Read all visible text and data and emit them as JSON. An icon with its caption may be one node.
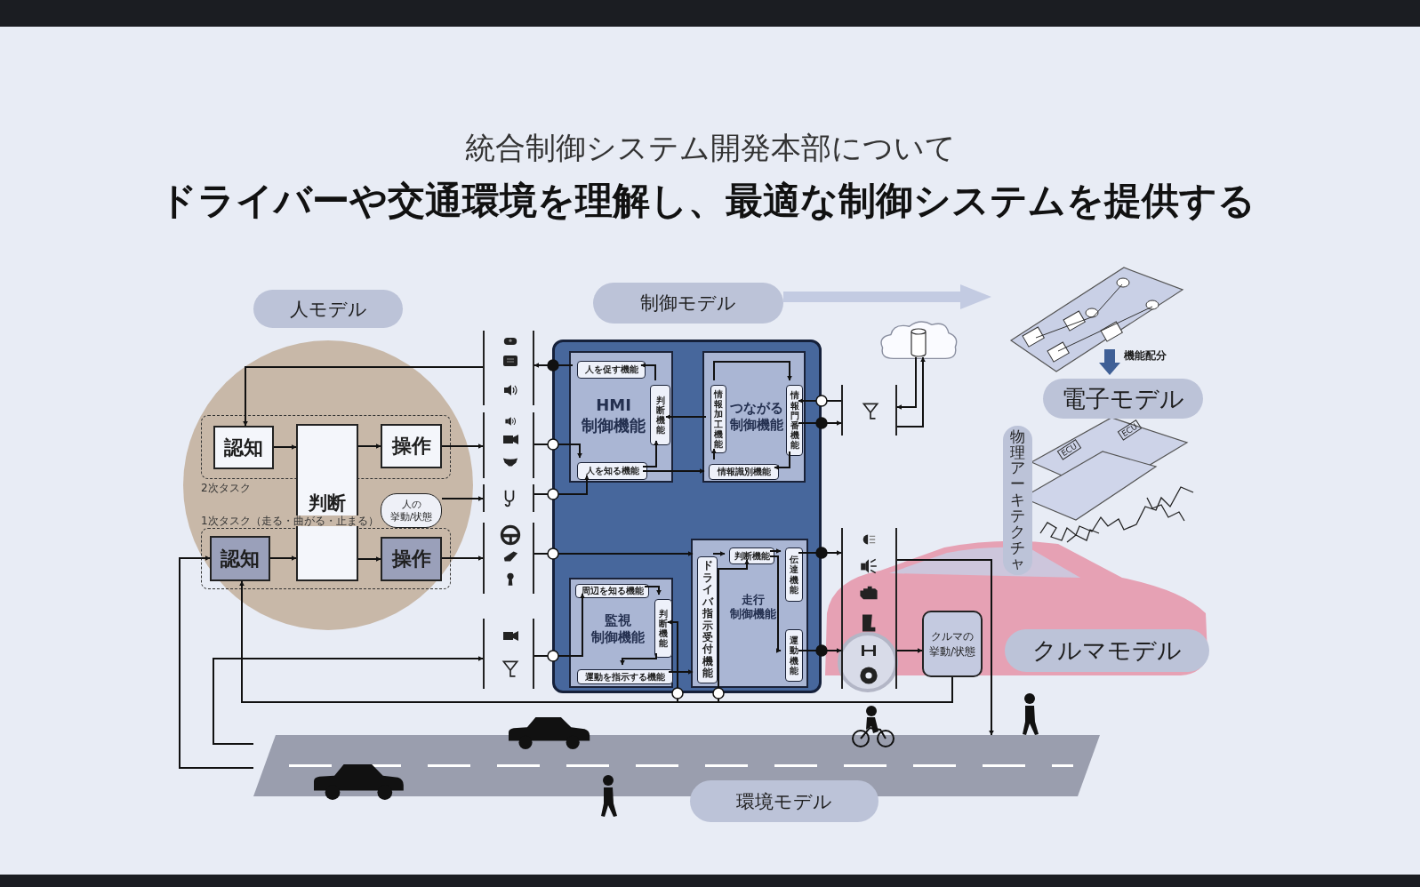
{
  "diagram": {
    "title": "統合制御システム開発本部について",
    "nodes": [
      {
        "text": [
          "人モデル"
        ]
      },
      {
        "text": [
          "2次タスク"
        ]
      },
      {
        "text": [
          "認知"
        ],
        "in": 1
      },
      {
        "text": [
          "操作"
        ],
        "in": 1
      },
      {
        "text": [
          "1次タスク（走る・曲がる・止まる）"
        ]
      },
      {
        "text": [
          "認知"
        ],
        "in": 4
      },
      {
        "text": [
          "操作"
        ],
        "in": 4
      },
      {
        "text": [
          "判断"
        ]
      },
      {
        "text": [
          "人の挙動/状態"
        ]
      },
      {
        "text": [],
        "shape": "picture"
      },
      {
        "text": [],
        "shape": "picture"
      },
      {
        "text": [],
        "shape": "picture"
      },
      {
        "text": [],
        "shape": "picture"
      },
      {
        "text": [],
        "shape": "picture"
      },
      {
        "text": [
          "制御モデル"
        ]
      },
      {
        "text": [],
        "shape": "box"
      },
      {
        "text": [
          "HMI制御機能"
        ],
        "in": 15
      },
      {
        "text": [
          "人を促す機能"
        ],
        "in": 16
      },
      {
        "text": [
          "判断機能"
        ],
        "in": 16
      },
      {
        "text": [
          "人を知る機能"
        ],
        "in": 16
      },
      {
        "text": [
          "つながる制御機能"
        ],
        "in": 15
      },
      {
        "text": [
          "情報加工機能"
        ],
        "in": 20
      },
      {
        "text": [
          "情報門番機能"
        ],
        "in": 20
      },
      {
        "text": [
          "情報識別機能"
        ],
        "in": 20
      },
      {
        "text": [
          "監視制御機能"
        ],
        "in": 15
      },
      {
        "text": [
          "周辺を知る機能"
        ],
        "in": 24
      },
      {
        "text": [
          "判断機能"
        ],
        "in": 24
      },
      {
        "text": [
          "運動を指示する機能"
        ],
        "in": 24
      },
      {
        "text": [
          "走行制御機能"
        ],
        "in": 15
      },
      {
        "text": [
          "ドライバ指示受付機能"
        ],
        "in": 28
      },
      {
        "text": [
          "判断機能"
        ],
        "in": 28
      },
      {
        "text": [
          "伝達機能"
        ],
        "in": 28
      },
      {
        "text": [
          "運動機能"
        ],
        "in": 28
      },
      {
        "text": [],
        "shape": "picture"
      },
      {
        "text": [],
        "shape": "cloud"
      },
      {
        "text": [],
        "shape": "cylinder",
        "in": 34
      },
      {
        "text": [],
        "shape": "picture"
      },
      {
        "text": [
          "電子モデル"
        ]
      },
      {
        "text": [
          "物理アーキテクチャ"
        ]
      },
      {
        "text": [
          "クルマの挙動/状態"
        ]
      },
      {
        "text": [
          "クルマモデル"
        ]
      },
      {
        "text": [],
        "shape": "bar"
      },
      {
        "text": [
          "環境モデル"
        ]
      }
    ],
    "edges": [
      {
        "from": 9,
        "to": 2,
        "arrow": "to"
      },
      {
        "from": 17,
        "to": 9,
        "arrow": "to"
      },
      {
        "from": 2,
        "to": 7,
        "arrow": "to"
      },
      {
        "from": 7,
        "to": 3,
        "arrow": "to"
      },
      {
        "from": 3,
        "to": 10,
        "arrow": "to"
      },
      {
        "from": 8,
        "to": 11,
        "arrow": "to"
      },
      {
        "from": 5,
        "to": 7,
        "arrow": "to"
      },
      {
        "from": 7,
        "to": 6,
        "arrow": "to"
      },
      {
        "from": 6,
        "to": 12,
        "arrow": "to"
      },
      {
        "from": 10,
        "to": 19,
        "arrow": "to"
      },
      {
        "from": 11,
        "to": 19,
        "arrow": "to"
      },
      {
        "from": 12,
        "to": 29,
        "arrow": "to"
      },
      {
        "from": 13,
        "to": 25,
        "arrow": "to"
      },
      {
        "from": 19,
        "to": 18,
        "arrow": "to"
      },
      {
        "from": 18,
        "to": 17,
        "arrow": "to"
      },
      {
        "from": 21,
        "to": 18,
        "arrow": "to"
      },
      {
        "from": 23,
        "to": 21,
        "arrow": "to"
      },
      {
        "from": 21,
        "to": 22,
        "arrow": "to"
      },
      {
        "from": 22,
        "to": 23,
        "arrow": "to"
      },
      {
        "from": 33,
        "to": 22,
        "arrow": "to"
      },
      {
        "from": 22,
        "to": 33,
        "arrow": "to"
      },
      {
        "from": 35,
        "to": 33,
        "arrow": "to"
      },
      {
        "from": 33,
        "to": 35,
        "arrow": "to"
      },
      {
        "from": 19,
        "to": 23,
        "arrow": "to"
      },
      {
        "from": 25,
        "to": 26,
        "arrow": "to"
      },
      {
        "from": 26,
        "to": 27,
        "arrow": "to"
      },
      {
        "from": 27,
        "to": 29,
        "arrow": "to"
      },
      {
        "from": 29,
        "to": 30,
        "arrow": "to"
      },
      {
        "from": 30,
        "to": 31,
        "arrow": "to"
      },
      {
        "from": 30,
        "to": 32,
        "arrow": "to"
      },
      {
        "from": 31,
        "to": 36,
        "arrow": "to"
      },
      {
        "from": 32,
        "to": 36,
        "arrow": "to"
      },
      {
        "from": 36,
        "to": 39,
        "arrow": "to"
      },
      {
        "from": 39,
        "to": 5,
        "arrow": "to"
      },
      {
        "from": 41,
        "to": 5,
        "arrow": "to"
      },
      {
        "from": 41,
        "to": 13,
        "arrow": "to"
      },
      {
        "from": 36,
        "to": 41,
        "arrow": "to"
      },
      {
        "from": 39,
        "to": 26,
        "arrow": "to"
      },
      {
        "from": 39,
        "to": 30,
        "arrow": "to"
      }
    ],
    "labels": [
      "ドライバーや交通環境を理解し、最適な制御システムを提供する",
      "機能配分",
      "ECU",
      "ECU"
    ]
  }
}
